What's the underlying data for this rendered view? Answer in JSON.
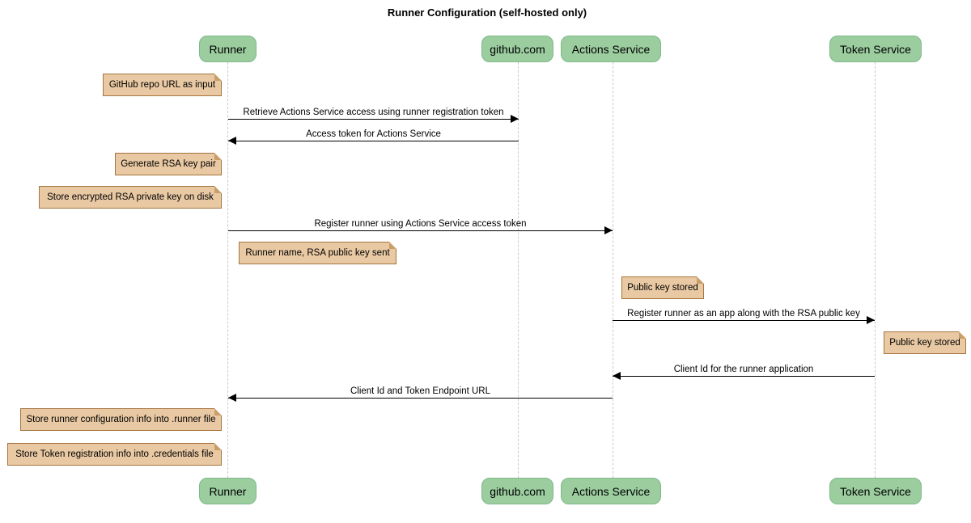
{
  "title": "Runner Configuration (self-hosted only)",
  "colors": {
    "participant_fill": "#9bcd9f",
    "participant_border": "#7fb88a",
    "note_fill": "#e9c9a3",
    "note_border": "#a6743e",
    "lifeline": "#c9c9c9",
    "arrow": "#000000",
    "background": "#ffffff"
  },
  "participants": [
    {
      "id": "runner",
      "label": "Runner"
    },
    {
      "id": "github",
      "label": "github.com"
    },
    {
      "id": "actions",
      "label": "Actions Service"
    },
    {
      "id": "token",
      "label": "Token Service"
    }
  ],
  "messages": [
    {
      "from": "Runner",
      "to": "github.com",
      "direction": "right",
      "label": "Retrieve Actions Service access using runner registration token"
    },
    {
      "from": "github.com",
      "to": "Runner",
      "direction": "left",
      "label": "Access token for Actions Service"
    },
    {
      "from": "Runner",
      "to": "Actions Service",
      "direction": "right",
      "label": "Register runner using Actions Service access token"
    },
    {
      "from": "Actions Service",
      "to": "Token Service",
      "direction": "right",
      "label": "Register runner as an app along with the RSA public key"
    },
    {
      "from": "Token Service",
      "to": "Actions Service",
      "direction": "left",
      "label": "Client Id for the runner application"
    },
    {
      "from": "Actions Service",
      "to": "Runner",
      "direction": "left",
      "label": "Client Id and Token Endpoint URL"
    }
  ],
  "notes": [
    {
      "anchor": "Runner",
      "side": "left",
      "text": "GitHub repo URL as input"
    },
    {
      "anchor": "Runner",
      "side": "left",
      "text": "Generate RSA key pair"
    },
    {
      "anchor": "Runner",
      "side": "left",
      "text": "Store encrypted RSA private key on disk"
    },
    {
      "anchor": "Runner",
      "side": "right",
      "text": "Runner name, RSA public key sent"
    },
    {
      "anchor": "Actions Service",
      "side": "right",
      "text": "Public key stored"
    },
    {
      "anchor": "Token Service",
      "side": "right",
      "text": "Public key stored"
    },
    {
      "anchor": "Runner",
      "side": "left",
      "text": "Store runner configuration info into .runner file"
    },
    {
      "anchor": "Runner",
      "side": "left",
      "text": "Store Token registration info into .credentials file"
    }
  ]
}
